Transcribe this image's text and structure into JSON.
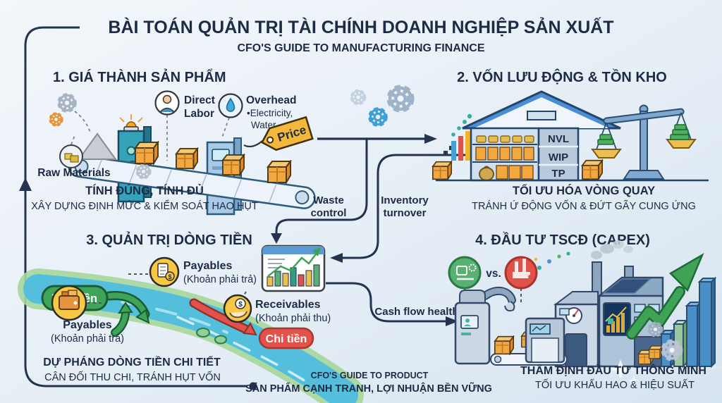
{
  "header": {
    "title": "BÀI TOÁN QUẢN TRỊ TÀI CHÍNH DOANH NGHIỆP SẢN XUẤT",
    "subtitle": "CFO'S GUIDE TO MANUFACTURING FINANCE"
  },
  "q1": {
    "heading": "1. GIÁ THÀNH SẢN PHẨM",
    "raw_materials": "Raw Materials",
    "direct_labor": [
      "Direct",
      "Labor"
    ],
    "overhead": [
      "Overhead",
      "•Electricity,",
      "Water"
    ],
    "price": "Price",
    "caption_bold": "TÍNH ĐÚNG, TÍNH ĐỦ",
    "caption": "XÂY DỰNG ĐỊNH MỨC & KIỂM SOÁT HAO HỤT"
  },
  "q2": {
    "heading": "2. VỐN LƯU ĐỘNG & TỒN KHO",
    "storage_labels": [
      "NVL",
      "WIP",
      "TP"
    ],
    "caption_bold": "TỐI ƯU HÓA VÒNG QUAY",
    "caption": "TRÁNH Ứ ĐỘNG VỐN & ĐỨT GÃY CUNG ỨNG"
  },
  "q3": {
    "heading": "3. QUẢN TRỊ DÒNG TIỀN",
    "inflow_pill": "Thu tiền",
    "outflow_pill": "Chi tiền",
    "payables_top": [
      "Payables",
      "(Khoản phải trả)"
    ],
    "payables_left": [
      "Payables",
      "(Khoản phải trả)"
    ],
    "receivables": [
      "Receivables",
      "(Khoản phải thu)"
    ],
    "caption_bold": "DỰ PHÁNG DÒNG TIỀN CHI TIẾT",
    "caption": "CÂN ĐỐI THU CHI, TRÁNH HỤT VỐN"
  },
  "q4": {
    "heading": "4. ĐẦU TƯ TSCĐ (CAPEX)",
    "vs_label": "vs.",
    "caption_bold": "THẨM ĐỊNH ĐẦU TƯ THÔNG MINH",
    "caption": "TỐI ƯU KHẤU HAO & HIỆU SUẤT"
  },
  "connectors": {
    "waste": [
      "Waste",
      "control"
    ],
    "inventory": [
      "Inventory",
      "turnover"
    ],
    "cash_flow": "Cash flow health"
  },
  "footer": {
    "kicker": "CFO'S GUIDE TO PRODUCT",
    "tagline": "SẢN PHẨM CẠNH TRANH, LỢI NHUẬN BỀN VỮNG"
  },
  "icons": {
    "dollar": "$"
  },
  "colors": {
    "line": "#2b3d5c",
    "text": "#1d2b45",
    "inflow_green": "#3da45a",
    "outflow_red": "#e0524a",
    "badge_yellow": "#f6c844",
    "box_orange": "#f2a73f",
    "conveyor_teal": "#35a2ba",
    "warehouse_blue": "#4a8fd4",
    "growth_green": "#3fa356",
    "bar_blue": "#4a90c8"
  }
}
